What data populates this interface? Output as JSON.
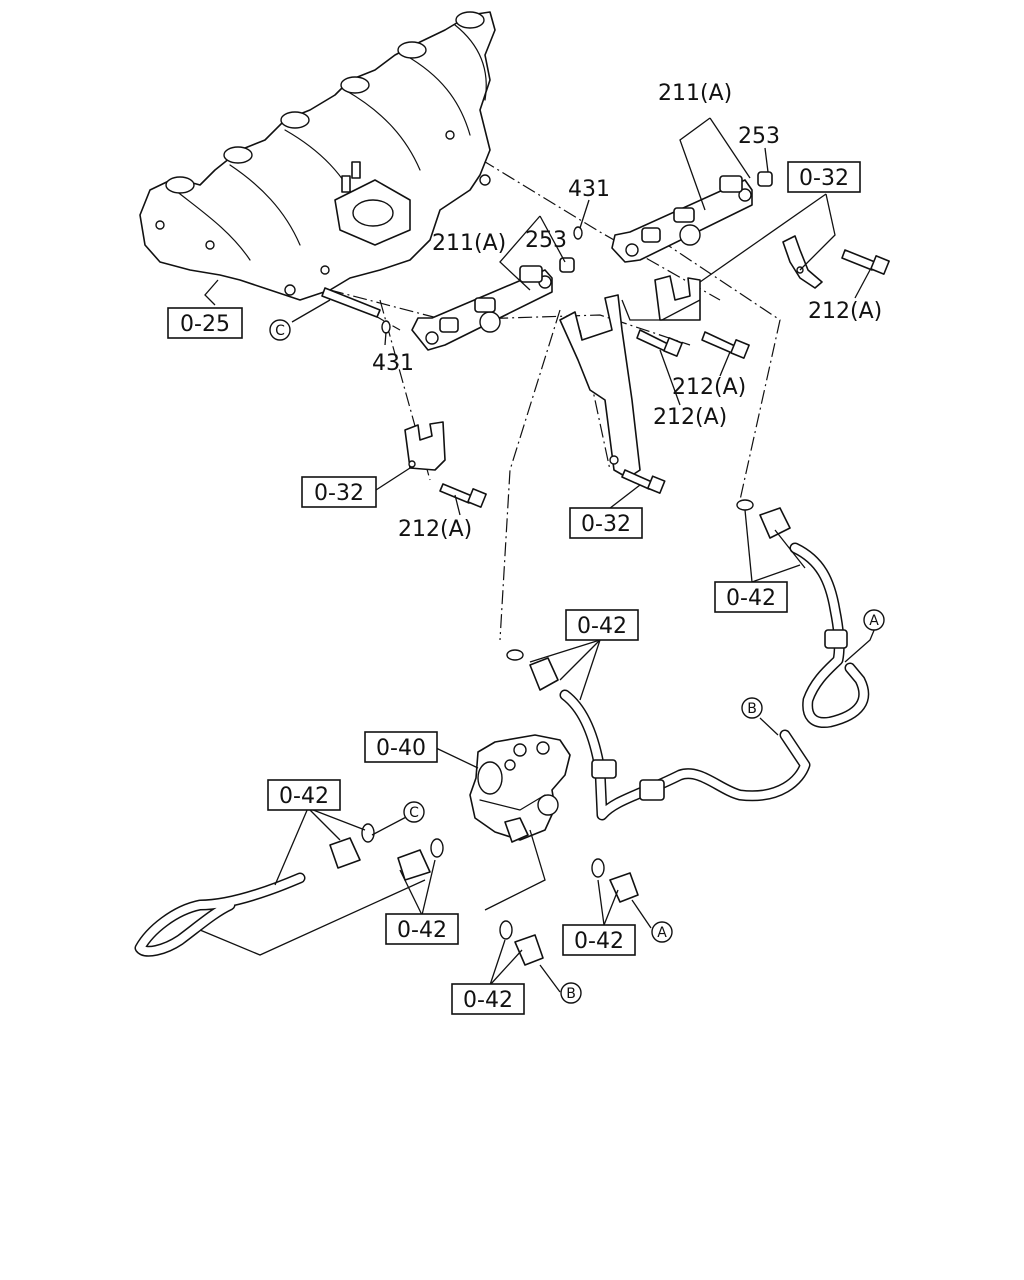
{
  "labels": {
    "l211a_top": "211(A)",
    "l211a_mid": "211(A)",
    "l253_top": "253",
    "l253_mid": "253",
    "l431_top": "431",
    "l431_low": "431",
    "l212a_right": "212(A)",
    "l212a_c1": "212(A)",
    "l212a_c2": "212(A)",
    "l212a_left": "212(A)"
  },
  "boxes": {
    "b025": "0-25",
    "b032_top": "0-32",
    "b032_left": "0-32",
    "b032_mid": "0-32",
    "b042_right": "0-42",
    "b042_center": "0-42",
    "b040": "0-40",
    "b042_left": "0-42",
    "b042_bl": "0-42",
    "b042_br": "0-42",
    "b042_bottom": "0-42"
  },
  "refs": {
    "c_top": "C",
    "c_low": "C",
    "a_right": "A",
    "a_low": "A",
    "b_right": "B",
    "b_low": "B"
  }
}
